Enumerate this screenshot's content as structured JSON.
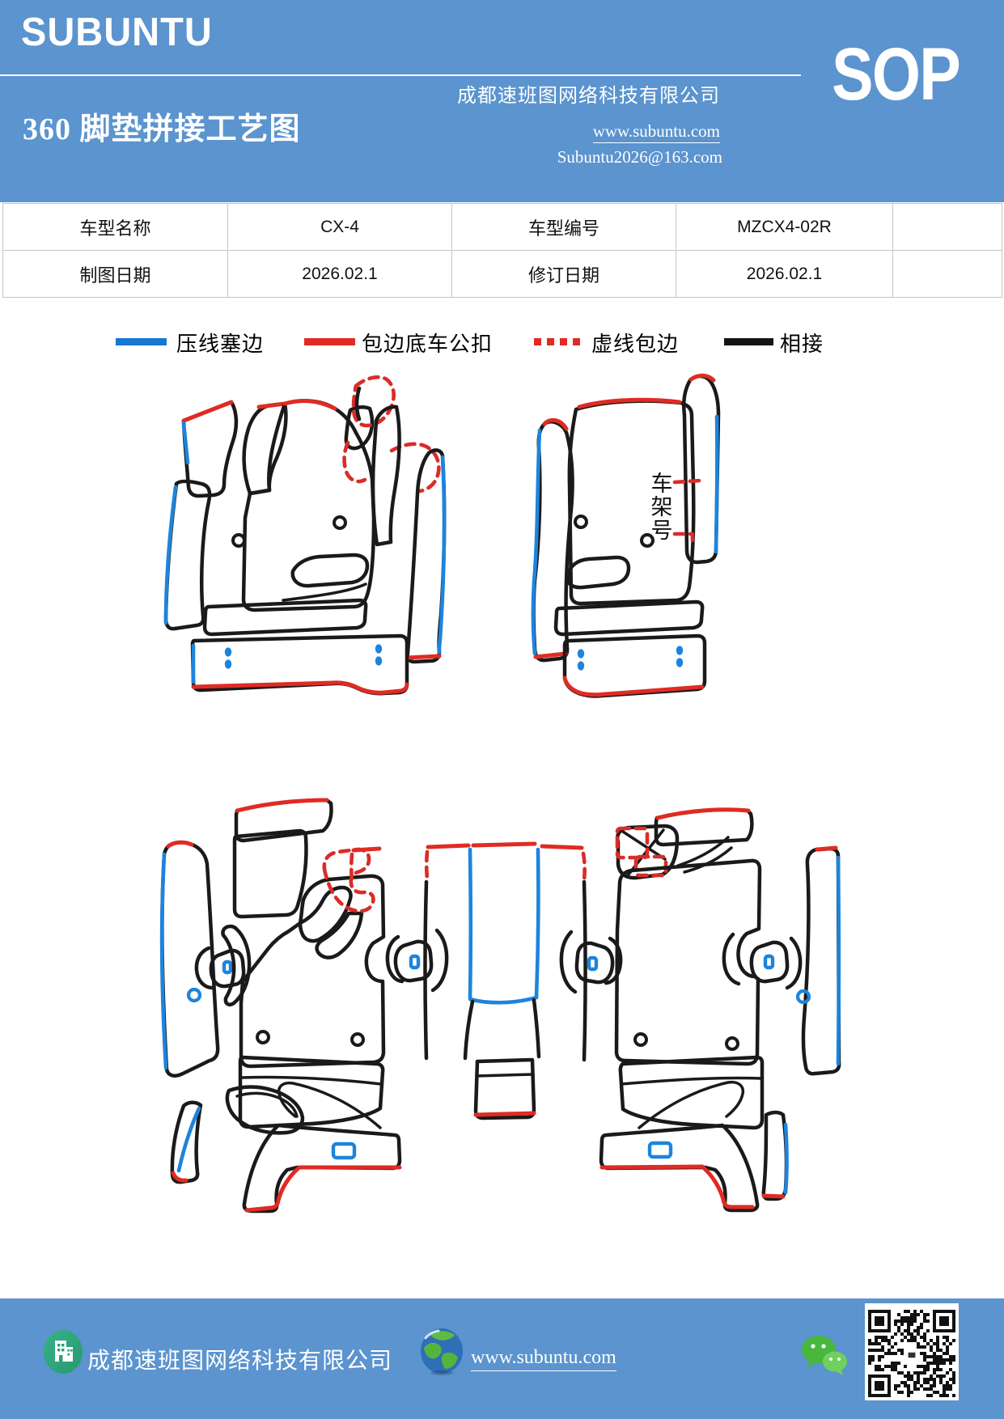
{
  "header": {
    "logo": "SUBUNTU",
    "company": "成都速班图网络科技有限公司",
    "title": "360 脚垫拼接工艺图",
    "website": "www.subuntu.com",
    "email": "Subuntu2026@163.com",
    "badge": "SOP"
  },
  "info_table": {
    "rows": [
      [
        "车型名称",
        "CX-4",
        "车型编号",
        "MZCX4-02R"
      ],
      [
        "制图日期",
        "2026.02.1",
        "修订日期",
        "2026.02.1"
      ]
    ]
  },
  "legend": {
    "items": [
      {
        "label": "压线塞边",
        "color": "#1877cf",
        "style": "solid"
      },
      {
        "label": "包边底车公扣",
        "color": "#e02b23",
        "style": "solid"
      },
      {
        "label": "虚线包边",
        "color": "#e02b23",
        "style": "dashed"
      },
      {
        "label": "相接",
        "color": "#151515",
        "style": "solid"
      }
    ]
  },
  "diagram": {
    "vin_label": "车架号",
    "vin_chars": [
      "车",
      "架",
      "号"
    ]
  },
  "footer": {
    "company": "成都速班图网络科技有限公司",
    "website": "www.subuntu.com"
  },
  "colors": {
    "header_bg": "#5b94ce",
    "line_black": "#1a1a1a",
    "line_blue": "#1d84dd",
    "line_red": "#e02b23",
    "table_border": "#c6c6c6",
    "wechat_green": "#55c14e",
    "badge_green": "#2ea879"
  }
}
